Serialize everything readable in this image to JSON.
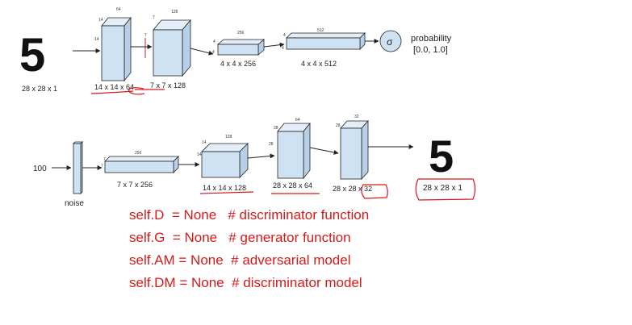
{
  "discriminator": {
    "input_digit": "5",
    "input_label": "28 x 28 x 1",
    "layer1": {
      "label": "14 x 14 x 64",
      "top": "64",
      "left": "14",
      "front": "14"
    },
    "layer2": {
      "label": "7 x 7 x 128",
      "top": "128",
      "left": "7",
      "front": "7"
    },
    "layer3": {
      "label": "4 x 4 x 256",
      "top": "256",
      "left": "4",
      "front": "4"
    },
    "layer4": {
      "label": "4 x 4 x 512",
      "top": "512",
      "left": "4",
      "front": "4"
    },
    "output_symbol": "σ",
    "output_label": "probability",
    "output_range": "[0.0, 1.0]"
  },
  "generator": {
    "noise_value": "100",
    "noise_label": "noise",
    "layer1": {
      "label": "7 x 7 x 256",
      "top": "256",
      "left": "7",
      "front": "7"
    },
    "layer2": {
      "label": "14 x 14 x 128",
      "top": "128",
      "left": "14",
      "front": "14"
    },
    "layer3": {
      "label": "28 x 28 x 64",
      "top": "64",
      "left": "28",
      "front": "28"
    },
    "layer4": {
      "label": "28 x 28 x 32",
      "top": "32",
      "left": "28",
      "front": "28"
    },
    "output_digit": "5",
    "output_label": "28 x 28 x 1"
  },
  "code_lines": [
    "self.D  = None   # discriminator function",
    "self.G  = None   # generator function",
    "self.AM = None  # adversarial model",
    "self.DM = None  # discriminator model"
  ],
  "colors": {
    "box_front": "#cfe2f3",
    "box_top": "#e3eef8",
    "box_side": "#b7d0e8",
    "stroke": "#222222",
    "annotation": "#d41a1a"
  }
}
